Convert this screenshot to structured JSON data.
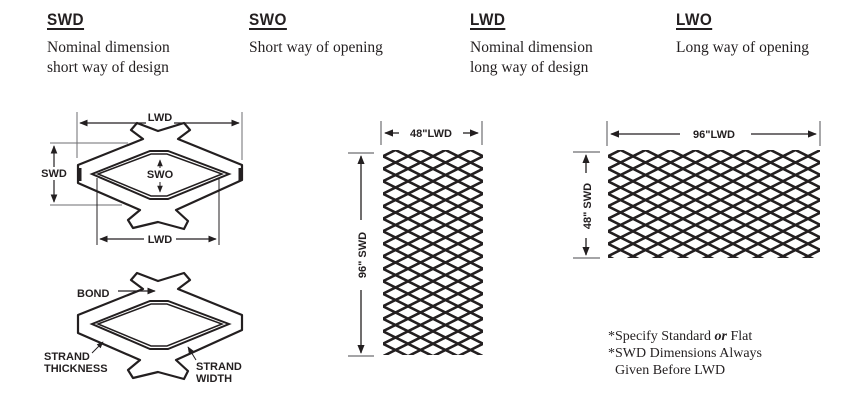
{
  "definitions": [
    {
      "term": "SWD",
      "description": "Nominal dimension\nshort way of design"
    },
    {
      "term": "SWO",
      "description": "Short way of opening"
    },
    {
      "term": "LWD",
      "description": "Nominal dimension\nlong way of design"
    },
    {
      "term": "LWO",
      "description": "Long way of opening"
    }
  ],
  "diagram_dimensions": {
    "lwd_top": "LWD",
    "lwd_bottom": "LWD",
    "swd": "SWD",
    "swo": "SWO"
  },
  "diagram_parts": {
    "bond": "BOND",
    "strand_thickness_1": "STRAND",
    "strand_thickness_2": "THICKNESS",
    "strand_width_1": "STRAND",
    "strand_width_2": "WIDTH"
  },
  "sheet_vertical": {
    "width_label": "48\"LWD",
    "length_label": "96\" SWD"
  },
  "sheet_horizontal": {
    "width_label": "96\"LWD",
    "length_label": "48\" SWD"
  },
  "notes": {
    "line1_pre": "*Specify Standard ",
    "line1_em": "or",
    "line1_post": " Flat",
    "line2": "*SWD Dimensions Always",
    "line3": "Given Before LWD"
  },
  "colors": {
    "ink": "#231f20",
    "rule": "#6d6e71"
  }
}
